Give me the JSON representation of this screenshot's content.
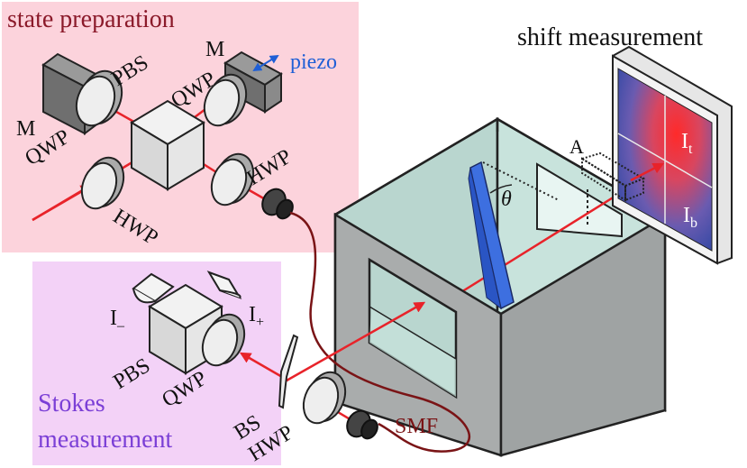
{
  "panels": {
    "state_preparation": {
      "title": "state preparation",
      "title_color": "#8b1a2a",
      "fill": "#fcd3dc"
    },
    "stokes_measurement": {
      "title_line1": "Stokes",
      "title_line2": "measurement",
      "title_color": "#7b3fd6",
      "fill": "#f3d2f7"
    },
    "shift_measurement": {
      "title": "shift measurement"
    }
  },
  "labels": {
    "mirror_left": "M",
    "mirror_right": "M",
    "qwp_left": "QWP",
    "qwp_right": "QWP",
    "pbs_top": "PBS",
    "hwp_top_right": "HWP",
    "hwp_top_bottom": "HWP",
    "piezo": "piezo",
    "theta": "θ",
    "aperture": "A",
    "i_t": "I",
    "i_t_sub": "t",
    "i_b": "I",
    "i_b_sub": "b",
    "i_minus": "I",
    "i_minus_sub": "–",
    "i_plus": "I",
    "i_plus_sub": "+",
    "pbs_bottom": "PBS",
    "qwp_bottom": "QWP",
    "bs": "BS",
    "hwp_bottom": "HWP",
    "smf": "SMF"
  },
  "colors": {
    "beam": "#e8232a",
    "fiber": "#7a1416",
    "piezo_arrow": "#1f5fd6",
    "box_top": "#b9d6cf",
    "box_side": "#a9acac",
    "prism": "#3d6fe0",
    "detector_blue": "#3b4ea8",
    "detector_red": "#e23a3a"
  }
}
